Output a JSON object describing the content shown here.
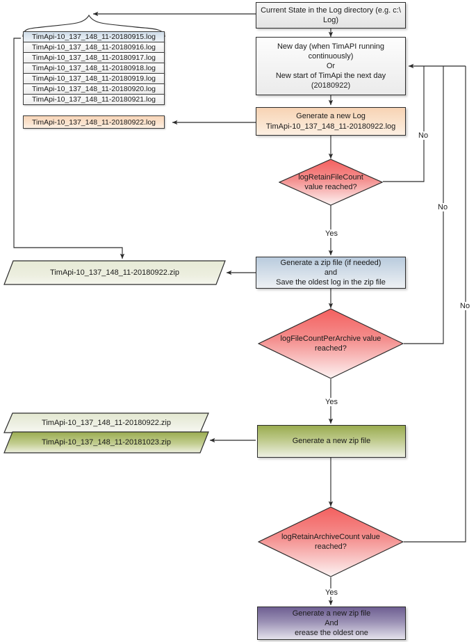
{
  "diagram": {
    "title": "TimApi log rotation and archiving flowchart",
    "colors": {
      "stroke": "#2b2b2b",
      "start_grey": "#ececec",
      "process_white": "#f2f2f2",
      "new_log_peach": "#f7d3b4",
      "zip_step_blue": "#b9cbdd",
      "new_zip_green": "#9aac50",
      "erase_purple": "#6e5f92",
      "decision_red": "#f4605f",
      "archive_olive": "#9aac50",
      "archive_beige": "#e6e9d5",
      "selected_row_blue": "#cfdce8"
    }
  },
  "file_list": {
    "name": "current-log-directory-files",
    "rows": [
      {
        "label": "TimApi-10_137_148_11-20180915.log",
        "state": "oldest-selected"
      },
      {
        "label": "TimApi-10_137_148_11-20180916.log",
        "state": "normal"
      },
      {
        "label": "TimApi-10_137_148_11-20180917.log",
        "state": "normal"
      },
      {
        "label": "TimApi-10_137_148_11-20180918.log",
        "state": "normal"
      },
      {
        "label": "TimApi-10_137_148_11-20180919.log",
        "state": "normal"
      },
      {
        "label": "TimApi-10_137_148_11-20180920.log",
        "state": "normal"
      },
      {
        "label": "TimApi-10_137_148_11-20180921.log",
        "state": "normal"
      }
    ],
    "new_file": {
      "label": "TimApi-10_137_148_11-20180922.log",
      "state": "newly-generated"
    }
  },
  "nodes": {
    "current_state": {
      "shape": "process",
      "lines": [
        "Current State in the Log directory (e.g. c:\\",
        "Log)"
      ]
    },
    "new_day": {
      "shape": "process",
      "lines": [
        "New day (when TimAPI running",
        "continuously)",
        "Or",
        "New start of TimApi the next day",
        "(20180922)"
      ]
    },
    "generate_new_log": {
      "shape": "process",
      "lines": [
        "Generate a new Log",
        "TimApi-10_137_148_11-20180922.log"
      ]
    },
    "decision_retain_file_count": {
      "shape": "decision",
      "lines": [
        "logRetainFileCount",
        "value reached?"
      ]
    },
    "zip_step": {
      "shape": "process",
      "lines": [
        "Generate a zip file (if needed)",
        "and",
        "Save the oldest log in the zip file"
      ]
    },
    "decision_file_count_per_archive": {
      "shape": "decision",
      "lines": [
        "logFileCountPerArchive value",
        "reached?"
      ]
    },
    "generate_new_zip": {
      "shape": "process",
      "lines": [
        "Generate a new zip file"
      ]
    },
    "decision_retain_archive_count": {
      "shape": "decision",
      "lines": [
        "logRetainArchiveCount value",
        "reached?"
      ]
    },
    "generate_and_erase": {
      "shape": "process",
      "lines": [
        "Generate a new zip file",
        "And",
        "erease the oldest one"
      ]
    }
  },
  "artifacts": {
    "zip_current": {
      "label": "TimApi-10_137_148_11-20180922.zip",
      "style": "beige"
    },
    "zip_stack_top": {
      "label": "TimApi-10_137_148_11-20180922.zip",
      "style": "beige"
    },
    "zip_stack_bottom": {
      "label": "TimApi-10_137_148_11-20181023.zip",
      "style": "olive"
    }
  },
  "edge_labels": {
    "no_1": "No",
    "no_2": "No",
    "no_3": "No",
    "yes_1": "Yes",
    "yes_2": "Yes",
    "yes_3": "Yes"
  }
}
